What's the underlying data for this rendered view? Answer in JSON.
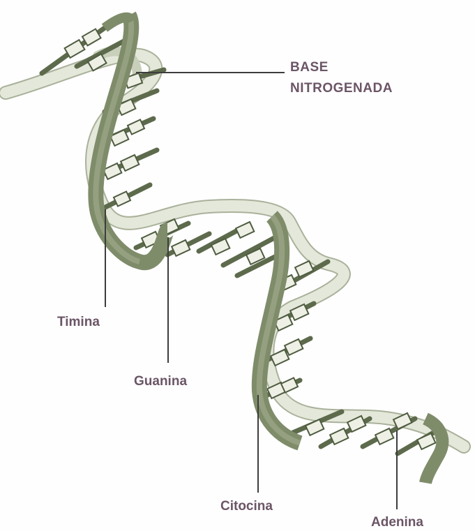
{
  "labels": {
    "base_line1": "BASE",
    "base_line2": "NITROGENADA",
    "timina": "Timina",
    "guanina": "Guanina",
    "citocina": "Citocina",
    "adenina": "Adenina"
  },
  "colors": {
    "strand_dark": "#7f8c6a",
    "strand_light": "#dfe4d3",
    "strand_light_edge": "#a9b19a",
    "rung": "#5d6a4c",
    "leader_line": "#3d3d3d",
    "label_text": "#6b5566",
    "background": "#fefefe"
  }
}
